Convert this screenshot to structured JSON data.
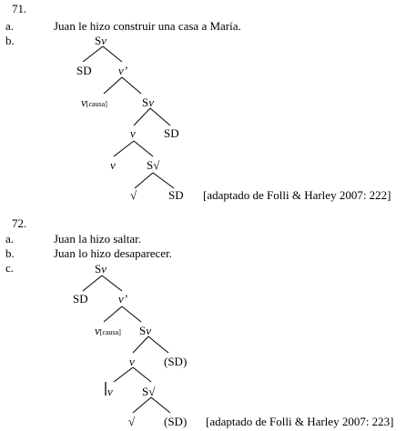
{
  "ex71": {
    "number": "71.",
    "a_marker": "a.",
    "a_text": "Juan le hizo construir una casa a María.",
    "b_marker": "b.",
    "tree": {
      "root": "Sv",
      "sd": "SD",
      "vbar": "v’",
      "vcausa_base": "v",
      "vcausa_sub": "[causa]",
      "sv2": "Sv",
      "sd2": "SD",
      "v_node": "v",
      "v_leaf": "v",
      "sroot": "S√",
      "root_leaf": "√",
      "sd3": "SD"
    },
    "citation": "[adaptado de Folli & Harley 2007: 222]"
  },
  "ex72": {
    "number": "72.",
    "a_marker": "a.",
    "a_text": "Juan la hizo saltar.",
    "b_marker": "b.",
    "b_text": "Juan lo hizo desaparecer.",
    "c_marker": "c.",
    "tree": {
      "root": "Sv",
      "sd": "SD",
      "vbar": "v’",
      "vcausa_base": "v",
      "vcausa_sub": "[causa]",
      "sv2": "Sv",
      "sd2": "(SD)",
      "v_node": "v",
      "v_leaf": "v",
      "sroot": "S√",
      "root_leaf": "√",
      "sd3": "(SD)"
    },
    "citation": "[adaptado de Folli & Harley 2007: 223]"
  }
}
